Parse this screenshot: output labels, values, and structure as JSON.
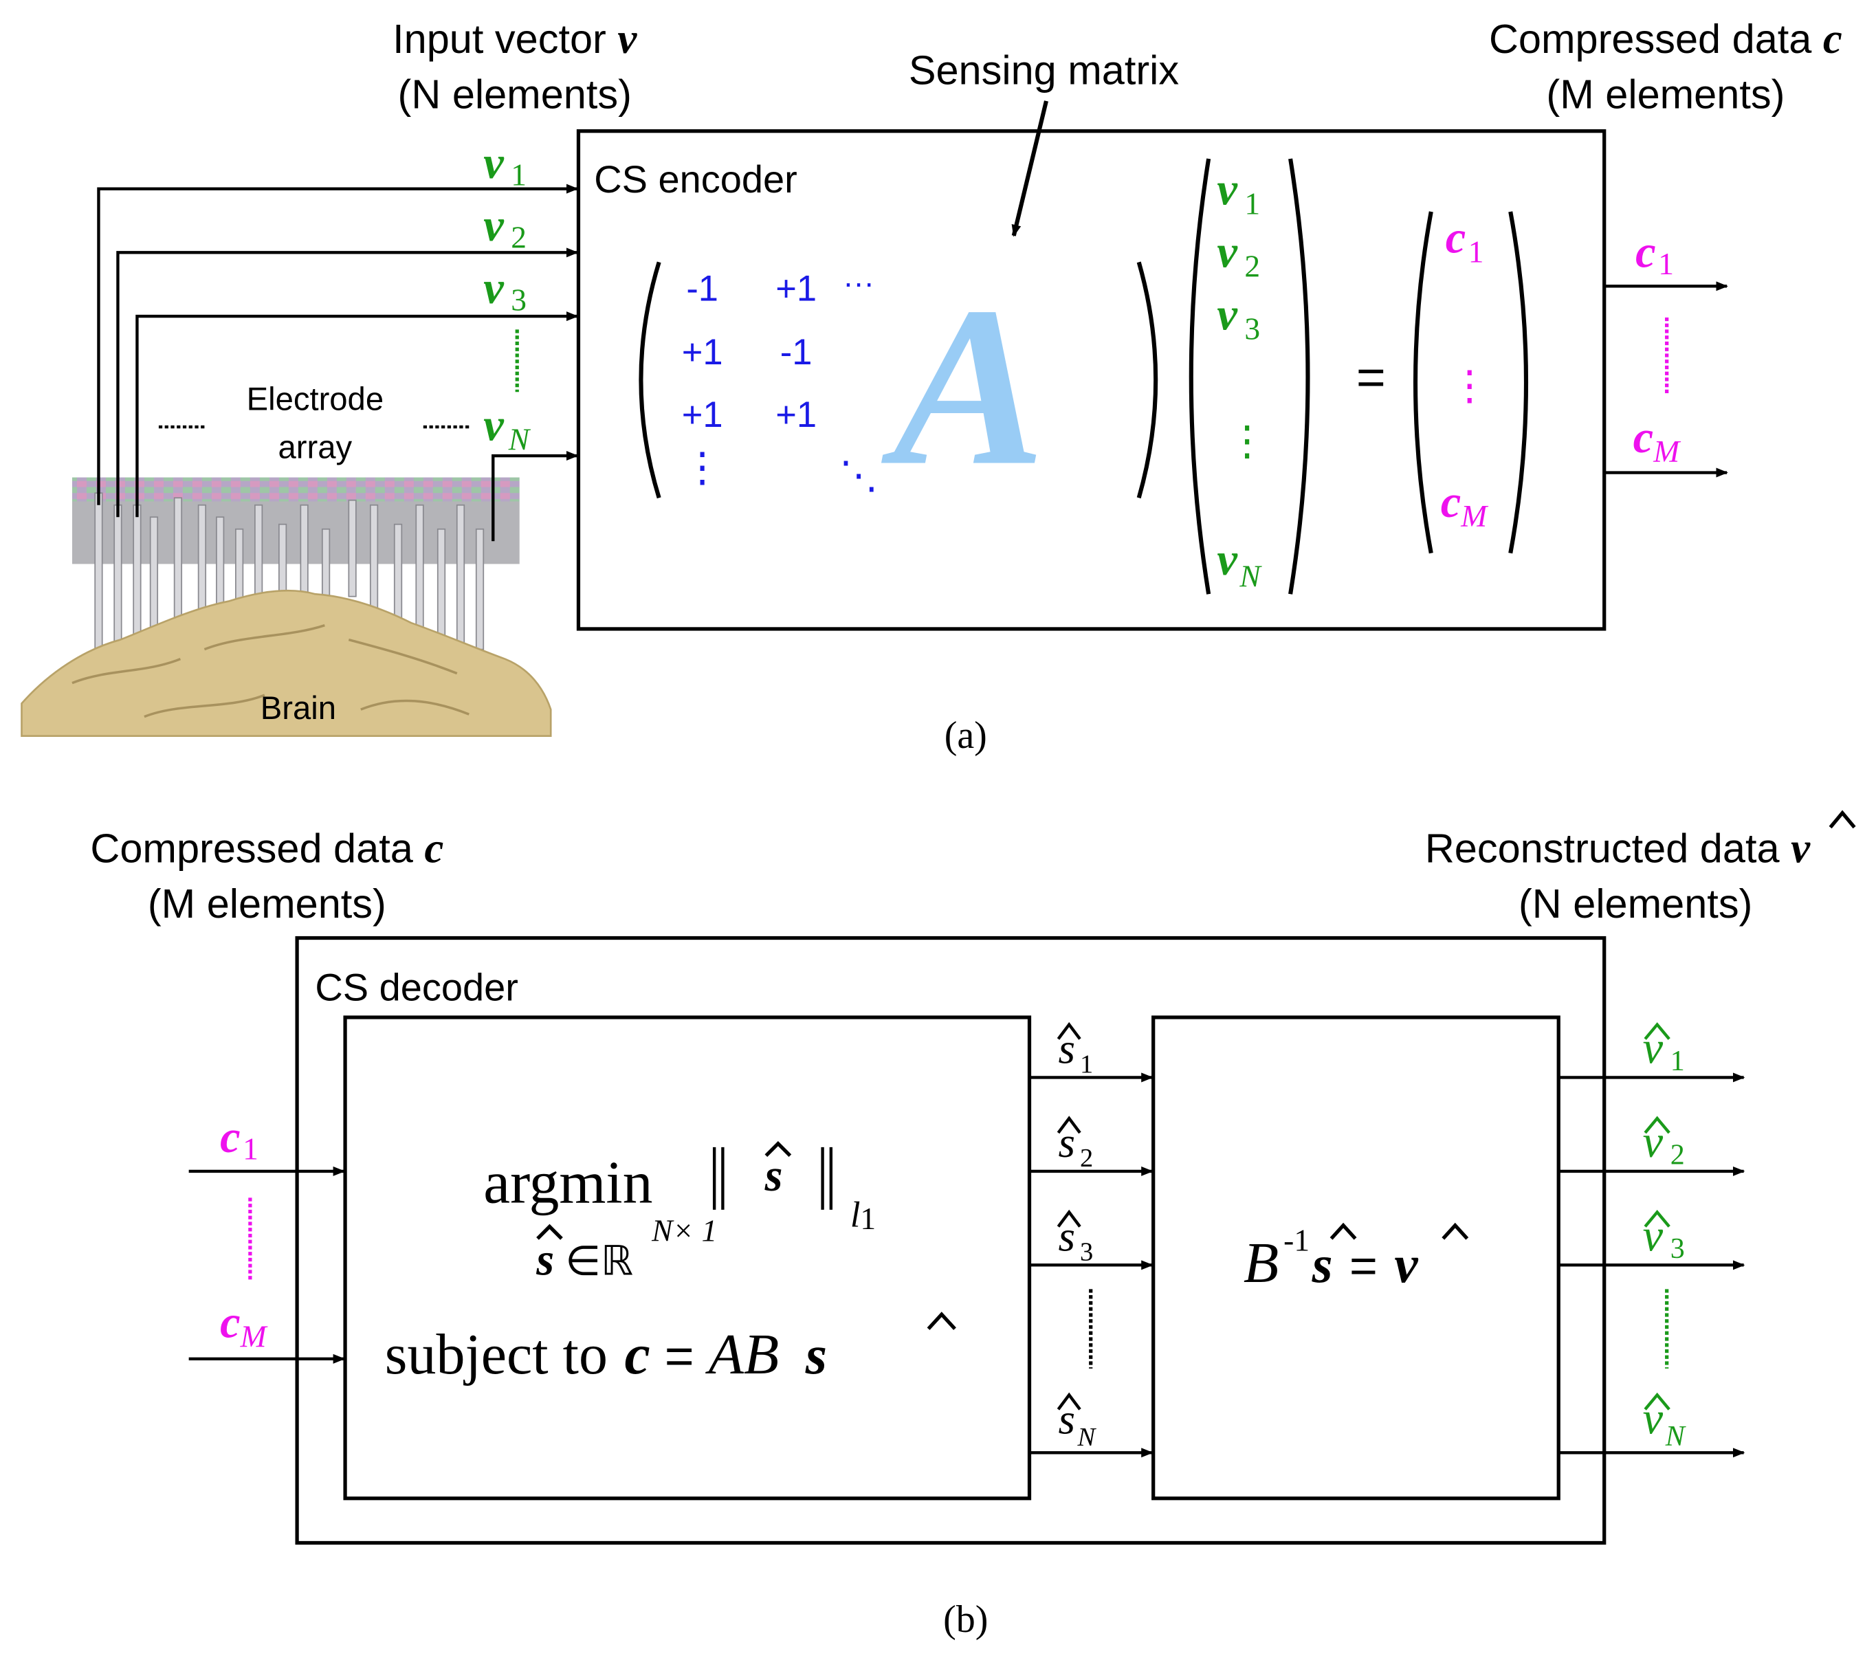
{
  "colors": {
    "green": "#1a9a1a",
    "magenta": "#ee11ee",
    "blue": "#1a1ae6",
    "lightblue": "#99ccf5",
    "black": "#000000",
    "brain": "#d9c48e"
  },
  "panel_a": {
    "input_label": "Input vector",
    "input_sym": "v",
    "input_count": "(N elements)",
    "sensing_label": "Sensing matrix",
    "output_label": "Compressed data",
    "output_sym": "c",
    "output_count": "(M elements)",
    "encoder_title": "CS encoder",
    "electrode_line1": "Electrode",
    "electrode_line2": "array",
    "brain_label": "Brain",
    "matrix_entries": [
      [
        "-1",
        "+1",
        "···"
      ],
      [
        "+1",
        "-1",
        ""
      ],
      [
        "+1",
        "+1",
        ""
      ]
    ],
    "matrix_symbol": "A",
    "v_sym": "v",
    "c_sym": "c",
    "sub_1": "1",
    "sub_2": "2",
    "sub_3": "3",
    "sub_N": "N",
    "sub_M": "M",
    "equals": "=",
    "vdots": "⋮",
    "ddots": "⋱",
    "caption": "(a)"
  },
  "panel_b": {
    "input_label": "Compressed data",
    "input_sym": "c",
    "input_count": "(M elements)",
    "output_label": "Reconstructed data",
    "output_sym": "v",
    "output_count": "(N elements)",
    "decoder_title": "CS decoder",
    "argmin": "argmin",
    "norm_sub": "l",
    "norm_sub_idx": "1",
    "domain_set": "∈ℝ",
    "domain_sup": "N× 1",
    "subject_to": "subject to",
    "eq": "=",
    "AB": "AB",
    "B": "B",
    "inv_sup": "-1",
    "s_sym": "s",
    "v_sym": "v",
    "c_sym": "c",
    "caption": "(b)"
  }
}
